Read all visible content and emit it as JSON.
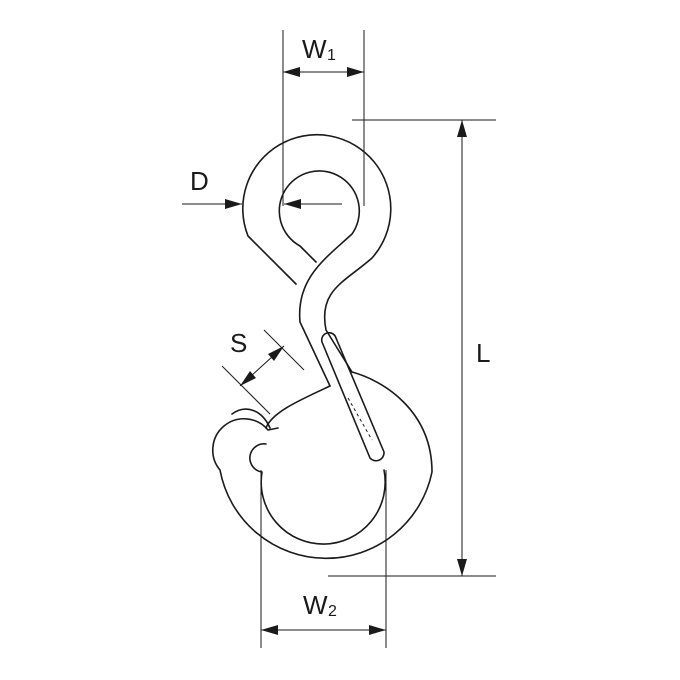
{
  "labels": {
    "w1": "W",
    "w1_sub": "1",
    "w2": "W",
    "w2_sub": "2",
    "d": "D",
    "s": "S",
    "l": "L"
  },
  "colors": {
    "line": "#1a1a1a",
    "background": "#ffffff"
  }
}
